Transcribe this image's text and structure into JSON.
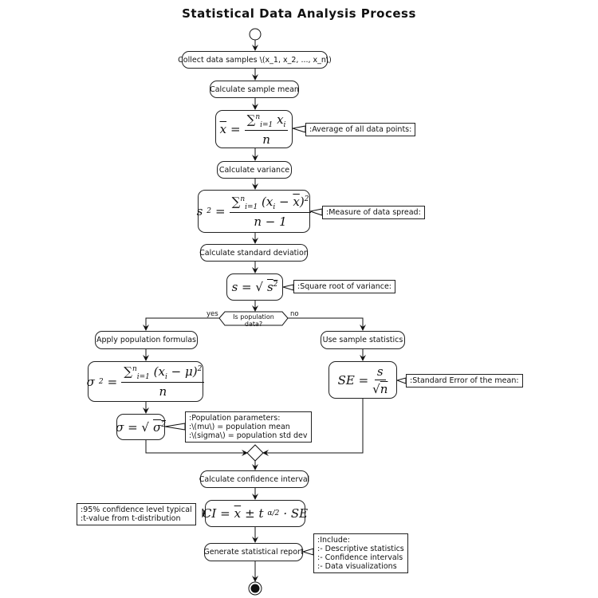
{
  "title": "Statistical Data Analysis Process",
  "steps": {
    "collect": "Collect data samples \\(x_1, x_2, ..., x_n\\)",
    "mean": "Calculate sample mean",
    "variance": "Calculate variance",
    "stddev": "Calculate standard deviation",
    "apply_pop": "Apply population formulas",
    "use_sample": "Use sample statistics",
    "ci": "Calculate confidence interval",
    "report": "Generate statistical report"
  },
  "decision": {
    "question": "Is population data?",
    "yes": "yes",
    "no": "no"
  },
  "notes": {
    "mean": ":Average of all data points:",
    "variance": ":Measure of data spread:",
    "stddev": ":Square root of variance:",
    "se": ":Standard Error of the mean:",
    "pop": [
      ":Population parameters:",
      ":\\(mu\\) = population mean",
      ":\\(sigma\\) = population std dev"
    ],
    "ci": [
      ":95% confidence level typical",
      ":t-value from t-distribution"
    ],
    "report": [
      ":Include:",
      ":- Descriptive statistics",
      ":- Confidence intervals",
      ":- Data visualizations"
    ]
  }
}
